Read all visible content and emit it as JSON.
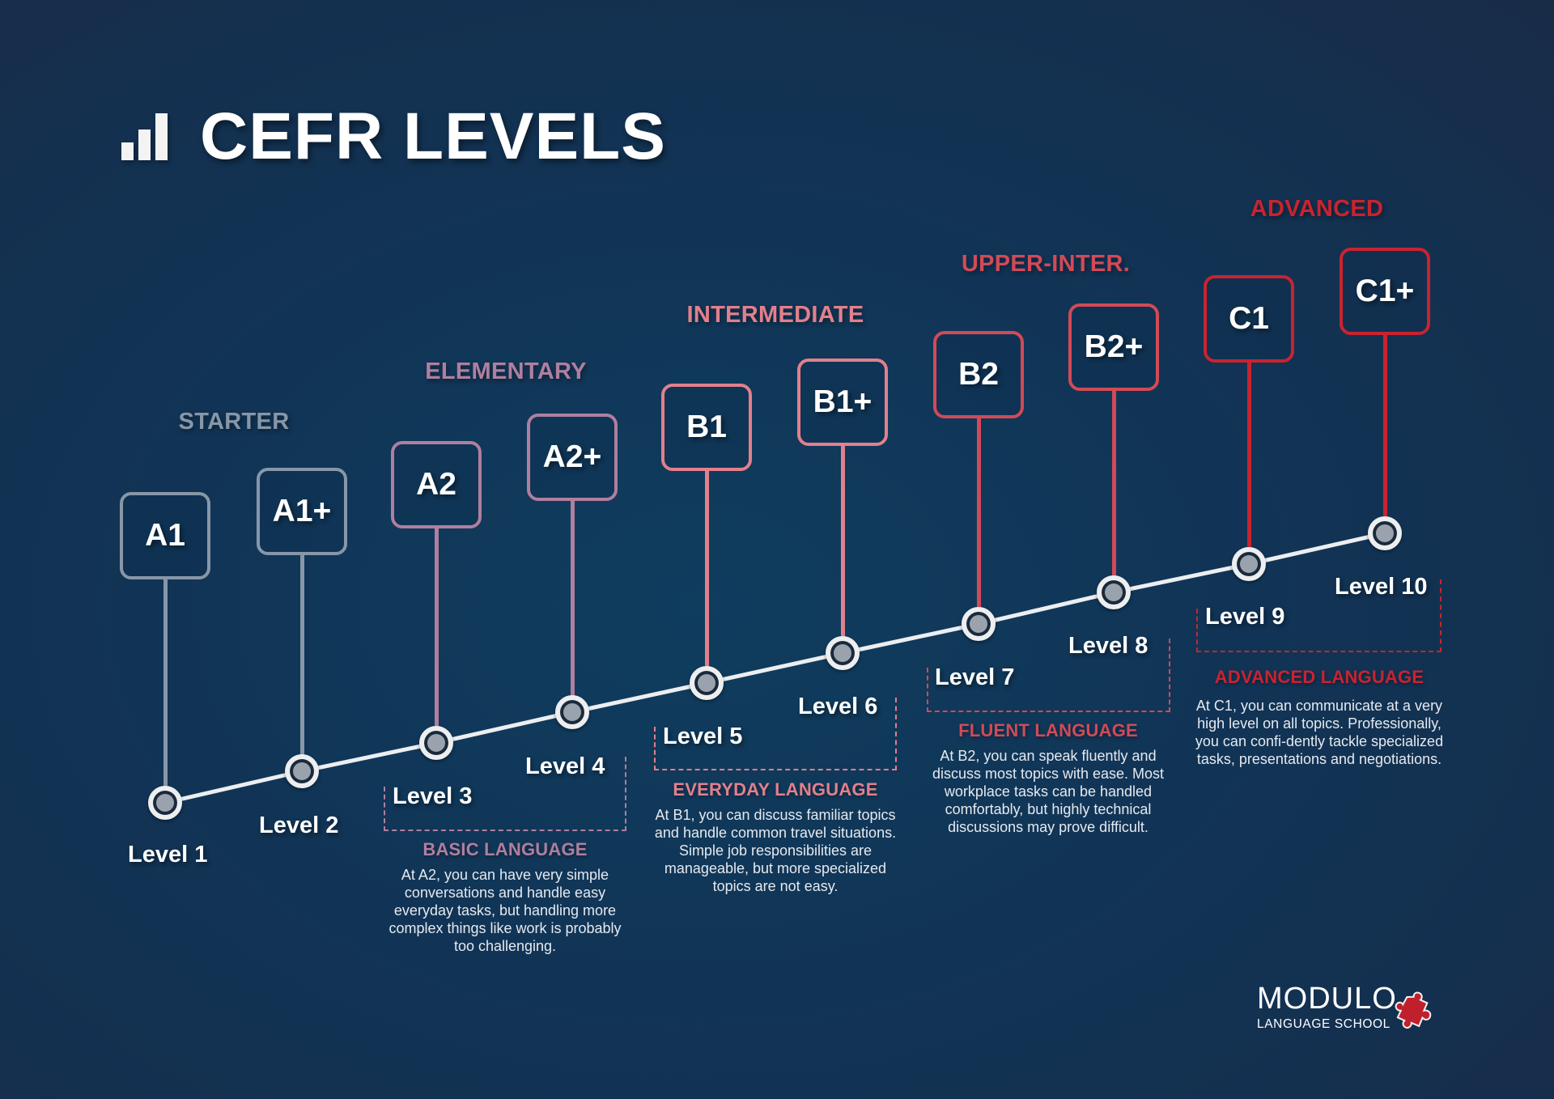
{
  "header": {
    "title": "CEFR LEVELS",
    "icon": "signal-bars-icon"
  },
  "colors": {
    "background": "#113456",
    "starter": "#8797a8",
    "elementary": "#b07f9f",
    "intermediate": "#e2808c",
    "upper_intermediate": "#d24a57",
    "advanced": "#c92330",
    "timeline": "#eceef0",
    "node_fill": "#9aa3ad"
  },
  "categories": [
    {
      "label": "STARTER",
      "color": "#8797a8"
    },
    {
      "label": "ELEMENTARY",
      "color": "#b07f9f"
    },
    {
      "label": "INTERMEDIATE",
      "color": "#e2808c"
    },
    {
      "label": "UPPER-INTER.",
      "color": "#d24a57"
    },
    {
      "label": "ADVANCED",
      "color": "#c92330"
    }
  ],
  "levels": [
    {
      "code": "A1",
      "level": "Level 1",
      "category": "STARTER",
      "color": "#8797a8"
    },
    {
      "code": "A1+",
      "level": "Level 2",
      "category": "STARTER",
      "color": "#8797a8"
    },
    {
      "code": "A2",
      "level": "Level 3",
      "category": "ELEMENTARY",
      "color": "#b07f9f"
    },
    {
      "code": "A2+",
      "level": "Level 4",
      "category": "ELEMENTARY",
      "color": "#b07f9f"
    },
    {
      "code": "B1",
      "level": "Level 5",
      "category": "INTERMEDIATE",
      "color": "#e2808c"
    },
    {
      "code": "B1+",
      "level": "Level 6",
      "category": "INTERMEDIATE",
      "color": "#e2808c"
    },
    {
      "code": "B2",
      "level": "Level 7",
      "category": "UPPER-INTER.",
      "color": "#d24a57"
    },
    {
      "code": "B2+",
      "level": "Level 8",
      "category": "UPPER-INTER.",
      "color": "#d24a57"
    },
    {
      "code": "C1",
      "level": "Level 9",
      "category": "ADVANCED",
      "color": "#c92330"
    },
    {
      "code": "C1+",
      "level": "Level 10",
      "category": "ADVANCED",
      "color": "#c92330"
    }
  ],
  "sections": [
    {
      "title": "BASIC LANGUAGE",
      "color": "#b07f9f",
      "body": "At A2, you can have very simple conversations and handle easy everyday tasks, but handling more complex things like work is probably too challenging."
    },
    {
      "title": "EVERYDAY LANGUAGE",
      "color": "#e2808c",
      "body": "At B1, you can discuss familiar topics and handle common travel situations. Simple job responsibilities are manageable, but more specialized topics are not easy."
    },
    {
      "title": "FLUENT LANGUAGE",
      "color": "#d24a57",
      "body": "At B2, you can speak fluently and discuss most topics with ease. Most workplace tasks can be handled comfortably, but highly technical discussions may prove difficult."
    },
    {
      "title": "ADVANCED LANGUAGE",
      "color": "#c92330",
      "body": "At C1, you can communicate at a very high level on all topics. Professionally, you can confi-dently tackle specialized tasks, presentations and negotiations."
    }
  ],
  "logo": {
    "name": "MODULO",
    "subtitle": "LANGUAGE SCHOOL",
    "icon": "puzzle-piece-icon",
    "icon_color": "#c0202c"
  }
}
